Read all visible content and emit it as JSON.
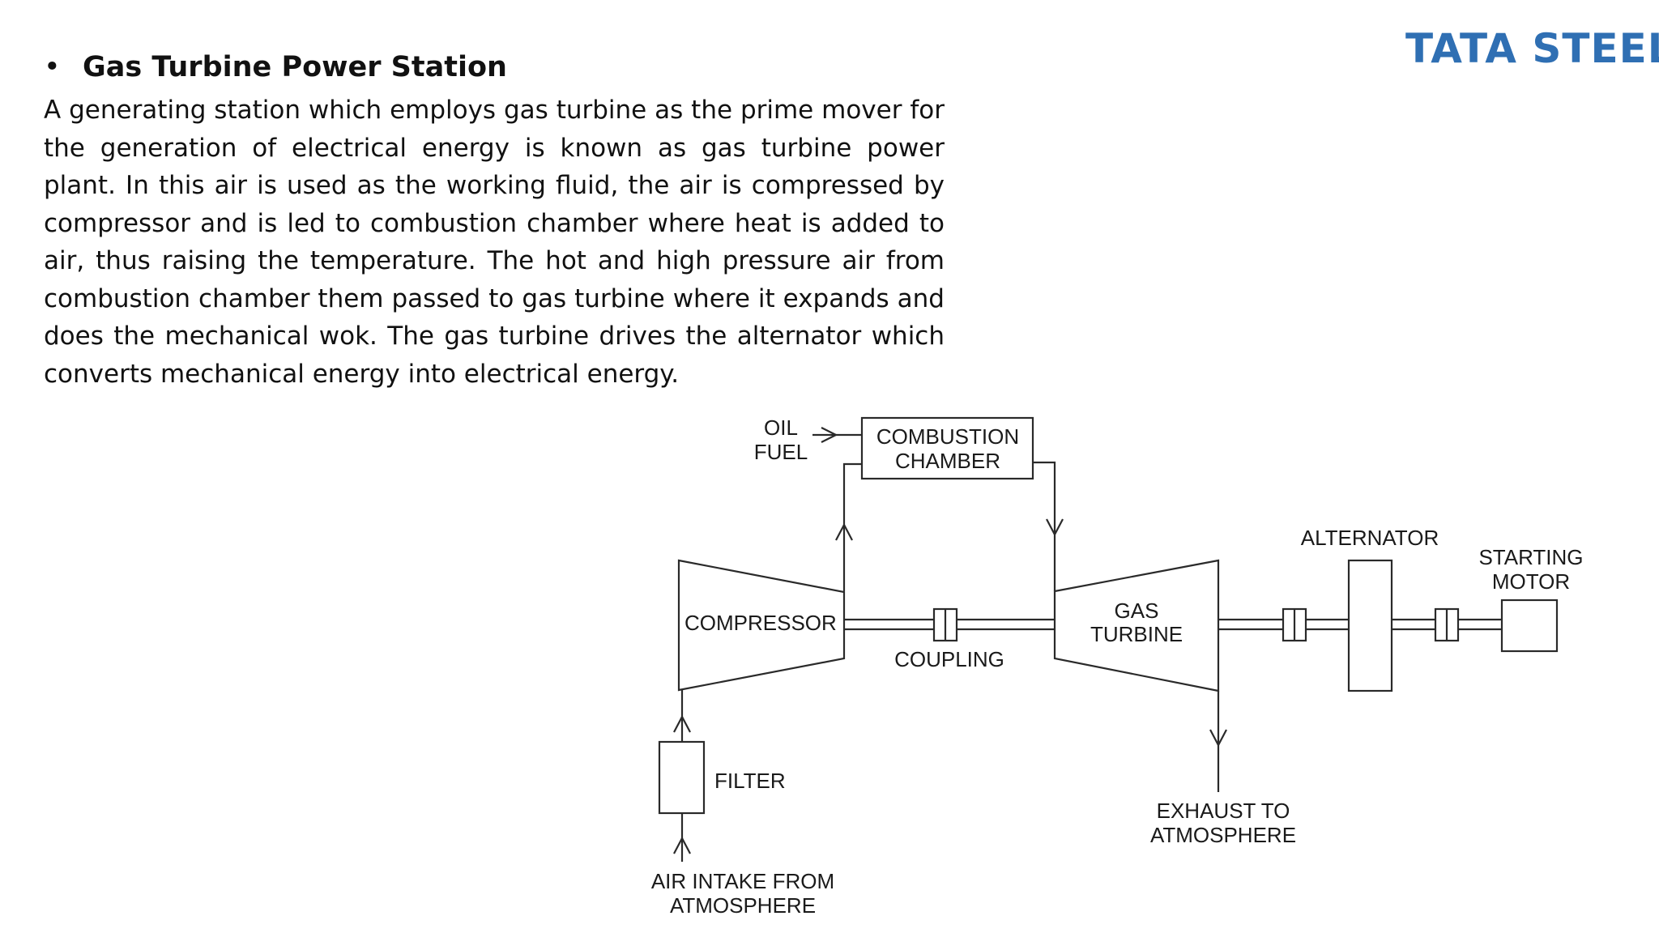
{
  "logo": {
    "text": "TATA STEEL",
    "color": "#2f6fb3"
  },
  "heading": {
    "bullet": "•",
    "title": "Gas Turbine Power Station"
  },
  "paragraph": "A generating station which employs gas turbine as the prime mover for the generation of electrical energy is known as gas turbine power plant. In this air is used as the working fluid, the air is compressed by compressor and is led to combustion chamber where heat is added to air, thus raising the temperature. The hot and high pressure air from combustion chamber them passed to gas turbine where it expands and does the mechanical wok. The gas turbine drives the alternator which converts mechanical energy into electrical energy.",
  "diagram": {
    "oil_fuel": [
      "OIL",
      "FUEL"
    ],
    "combustion_chamber": [
      "COMBUSTION",
      "CHAMBER"
    ],
    "compressor": "COMPRESSOR",
    "coupling": "COUPLING",
    "gas_turbine": [
      "GAS",
      "TURBINE"
    ],
    "alternator": "ALTERNATOR",
    "starting_motor": [
      "STARTING",
      "MOTOR"
    ],
    "filter": "FILTER",
    "air_intake": [
      "AIR INTAKE FROM",
      "ATMOSPHERE"
    ],
    "exhaust": [
      "EXHAUST TO",
      "ATMOSPHERE"
    ]
  }
}
